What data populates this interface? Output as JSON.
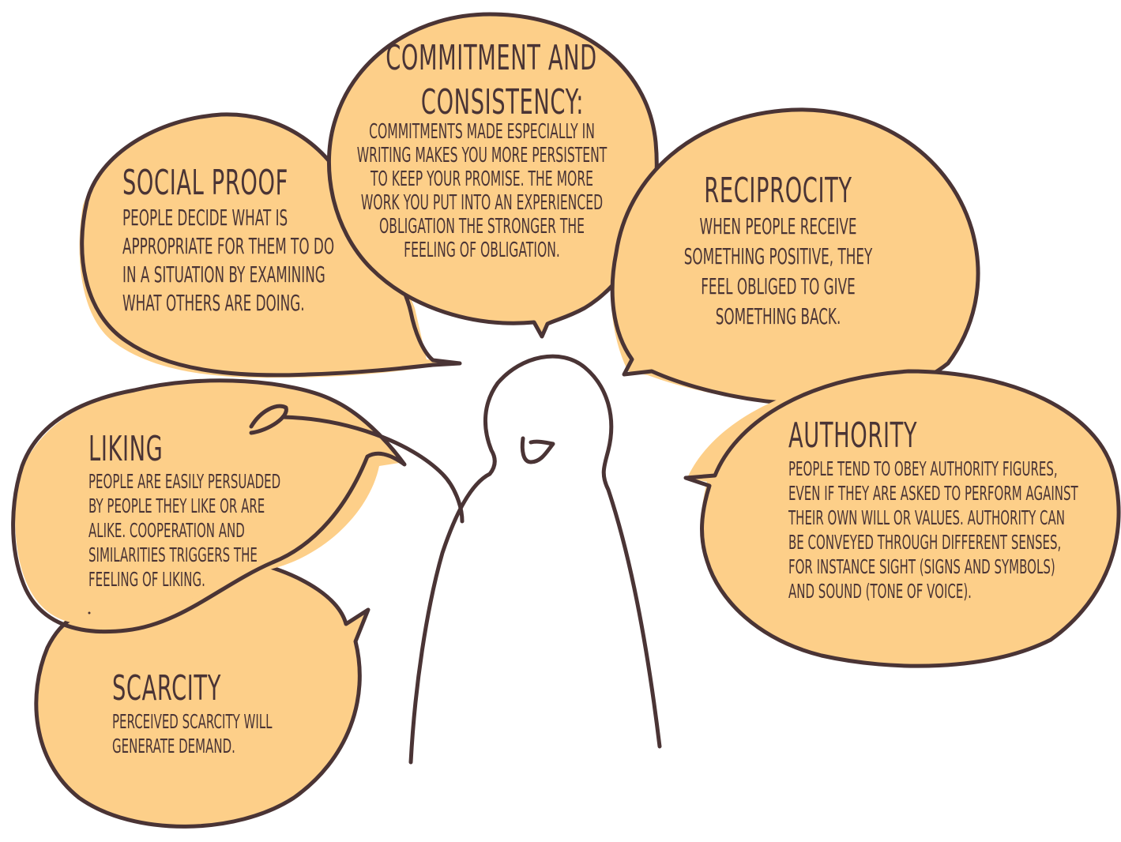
{
  "bubbles": {
    "commitment": {
      "title_1": "Commitment and",
      "title_2": "consistency:",
      "lines": [
        "Commitments made especially in",
        "writing makes you more persistent",
        "to keep your promise. The more",
        "work you put into an experienced",
        "obligation the stronger the",
        "feeling of obligation."
      ]
    },
    "social_proof": {
      "title": "Social Proof",
      "lines": [
        "People decide what is",
        "appropriate for them to do",
        "in a situation by examining",
        "what others are doing."
      ]
    },
    "reciprocity": {
      "title": "Reciprocity",
      "lines": [
        "When people receive",
        "something positive, they",
        "feel obliged to give",
        "something back."
      ]
    },
    "liking": {
      "title": "Liking",
      "lines": [
        "People are easily persuaded",
        "by people they like or are",
        "alike. Cooperation and",
        "similarities triggers the",
        "feeling of liking."
      ]
    },
    "authority": {
      "title": "Authority",
      "lines": [
        "People tend to obey authority figures,",
        "even if they are asked to perform against",
        "their own will or values. Authority can",
        "be conveyed through different senses,",
        "for instance sight (signs and symbols)",
        "and sound (tone of voice)."
      ]
    },
    "scarcity": {
      "title": "Scarcity",
      "lines": [
        "Perceived scarcity will",
        "generate demand."
      ]
    }
  },
  "colors": {
    "bubble_fill": "#fdcf89",
    "ink": "#4a3435",
    "background": "#ffffff"
  }
}
